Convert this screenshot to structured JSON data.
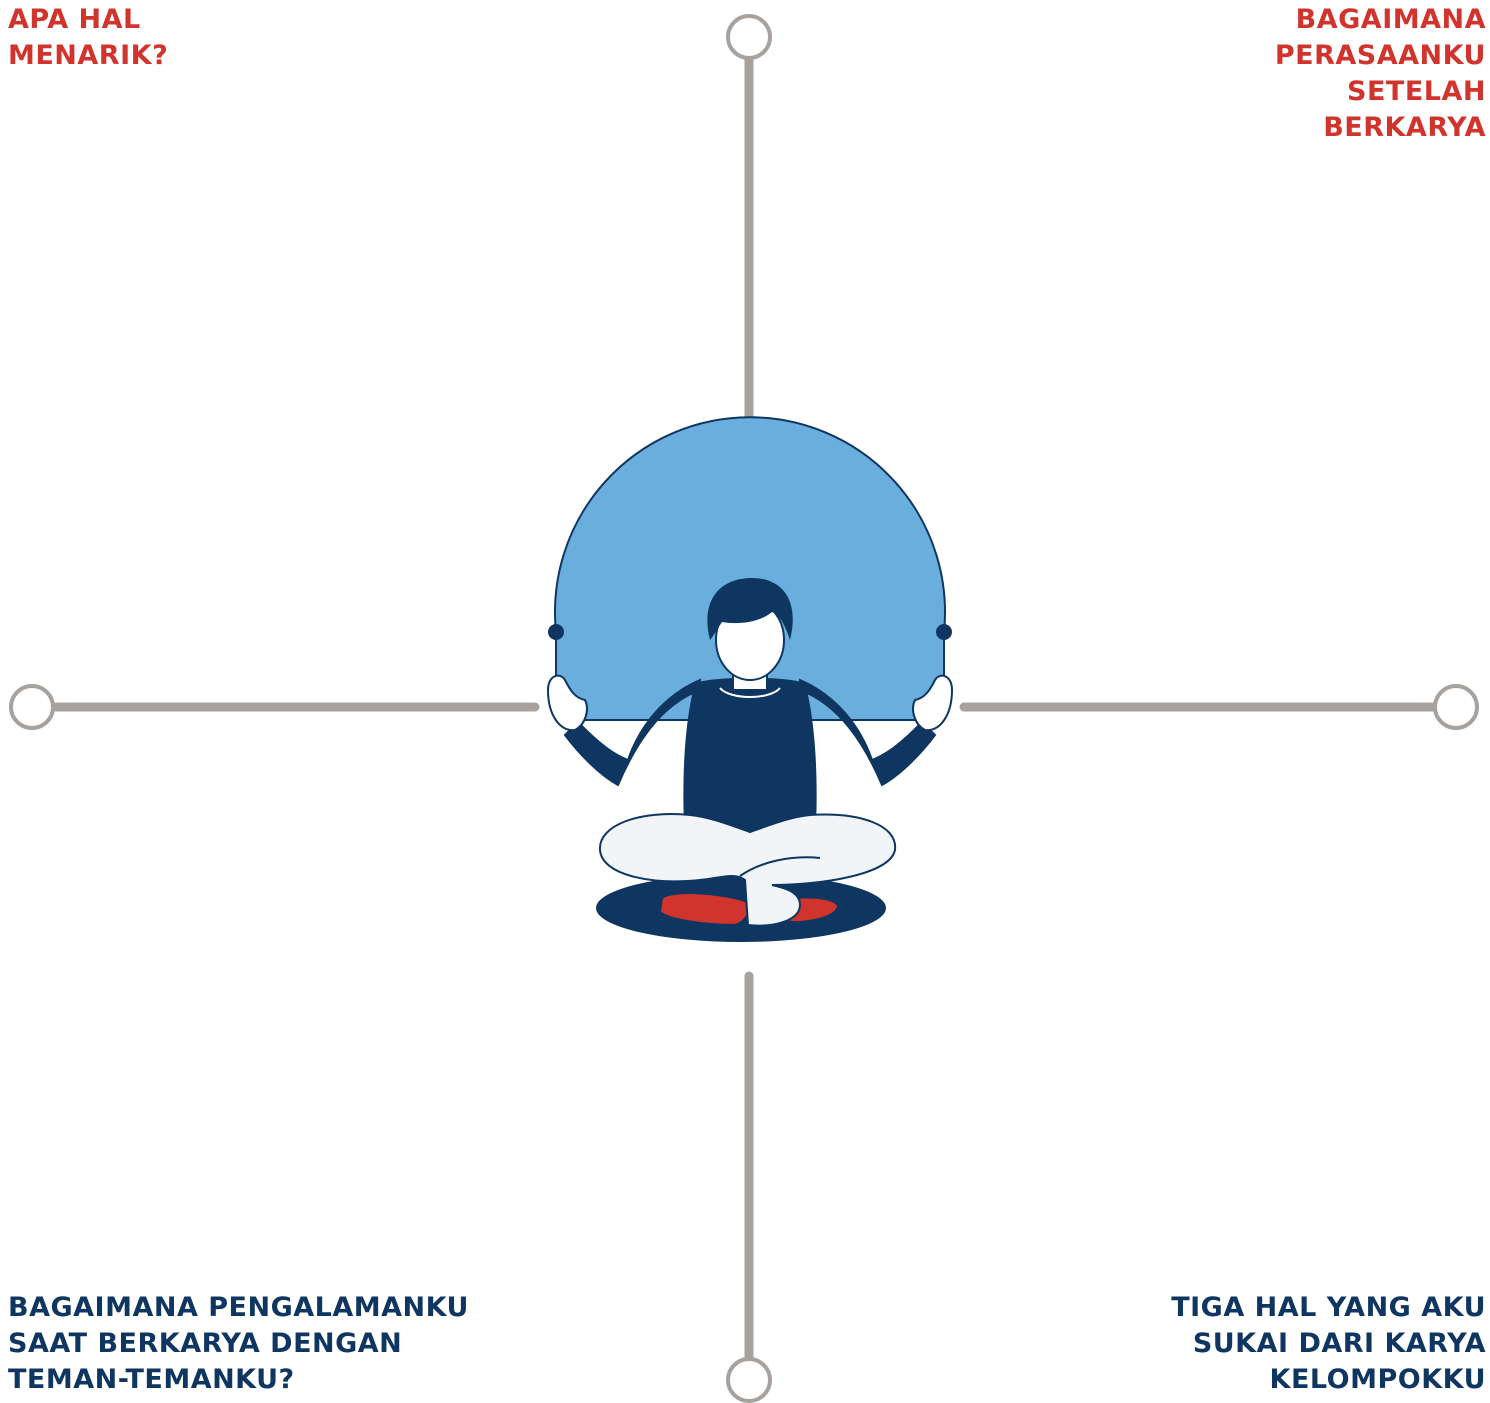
{
  "colors": {
    "red": "#d0342c",
    "navy": "#0f3661",
    "connector_gray": "#a7a29e",
    "sky_blue": "#6aaedd",
    "pant_white": "#f2f5f7",
    "skin": "#ffffff"
  },
  "labels": {
    "top_left": [
      "APA HAL",
      "MENARIK?"
    ],
    "top_right": [
      "BAGAIMANA",
      "PERASAANKU",
      "SETELAH",
      "BERKARYA"
    ],
    "bottom_left": [
      "BAGAIMANA PENGALAMANKU",
      "SAAT BERKARYA DENGAN",
      "TEMAN-TEMANKU?"
    ],
    "bottom_right": [
      "TIGA HAL YANG AKU",
      "SUKAI DARI KARYA",
      "KELOMPOKKU"
    ]
  },
  "icons": {
    "center": "meditating-person-icon",
    "connector_end": "ring-node-icon"
  }
}
